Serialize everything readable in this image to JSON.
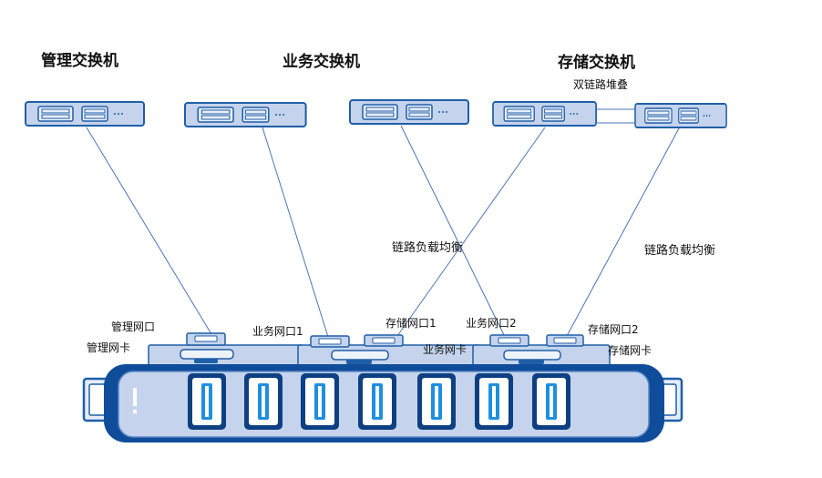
{
  "titles": {
    "mgmt_switch": "管理交换机",
    "biz_switch": "业务交换机",
    "storage_switch": "存储交换机"
  },
  "notes": {
    "stack": "双链路堆叠",
    "lb_left": "链路负载均衡",
    "lb_right": "链路负载均衡"
  },
  "ports": {
    "mgmt_port": "管理网口",
    "biz_port1": "业务网口1",
    "storage_port1": "存储网口1",
    "biz_port2": "业务网口2",
    "storage_port2": "存储网口2"
  },
  "nics": {
    "mgmt_nic": "管理网卡",
    "biz_nic": "业务网卡",
    "storage_nic": "存储网卡"
  },
  "colors": {
    "device_fill": "#c5d4ec",
    "device_stroke": "#1f5fa8",
    "link": "#4a74b8",
    "drive_blue": "#1e8fe0"
  }
}
